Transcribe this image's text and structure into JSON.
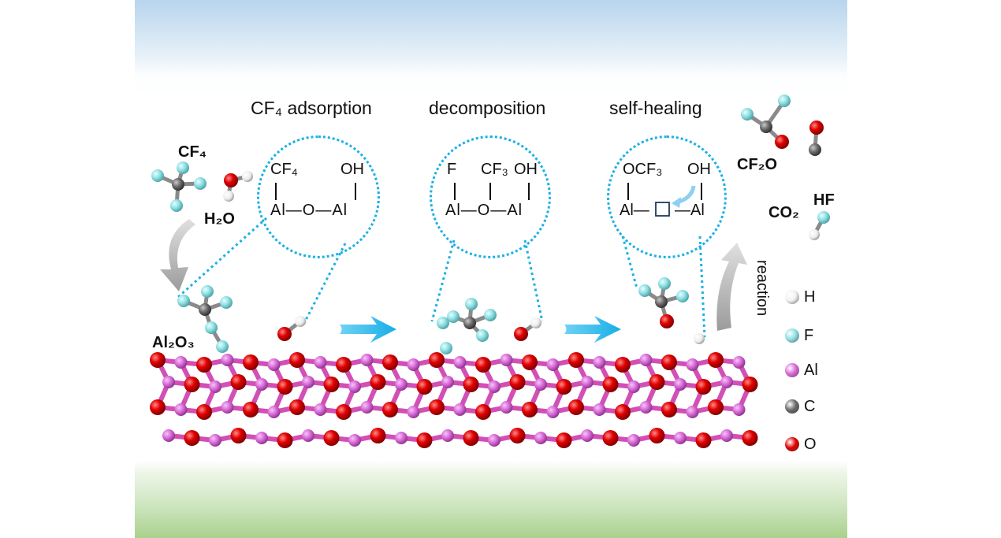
{
  "steps": {
    "adsorption": "CF₄ adsorption",
    "decomposition": "decomposition",
    "self_healing": "self-healing"
  },
  "molecules": {
    "cf4": "CF₄",
    "h2o": "H₂O",
    "al2o3": "Al₂O₃",
    "cf2o": "CF₂O",
    "co2": "CO₂",
    "hf": "HF"
  },
  "reaction_label": "reaction",
  "circle1": {
    "top_left": "CF₄",
    "top_right": "OH",
    "bottom": "Al—O—Al"
  },
  "circle2": {
    "top_left": "F",
    "top_mid": "CF₃",
    "top_right": "OH",
    "bottom": "Al—O—Al"
  },
  "circle3": {
    "top_left": "OCF₃",
    "top_right": "OH",
    "bottom_left": "Al—",
    "bottom_right": "—Al"
  },
  "legend": [
    {
      "label": "H",
      "color": "#f2f2f2"
    },
    {
      "label": "F",
      "color": "#8fe0e4"
    },
    {
      "label": "Al",
      "color": "#d96bd9"
    },
    {
      "label": "C",
      "color": "#6b6b6b"
    },
    {
      "label": "O",
      "color": "#e00000"
    }
  ],
  "colors": {
    "top_band": "#b8d5ee",
    "bottom_band": "#a9d18d",
    "dotted": "#1ab0e5",
    "arrow_blue": "#1ab0e5",
    "arrow_gray": "#a6a6a6"
  }
}
